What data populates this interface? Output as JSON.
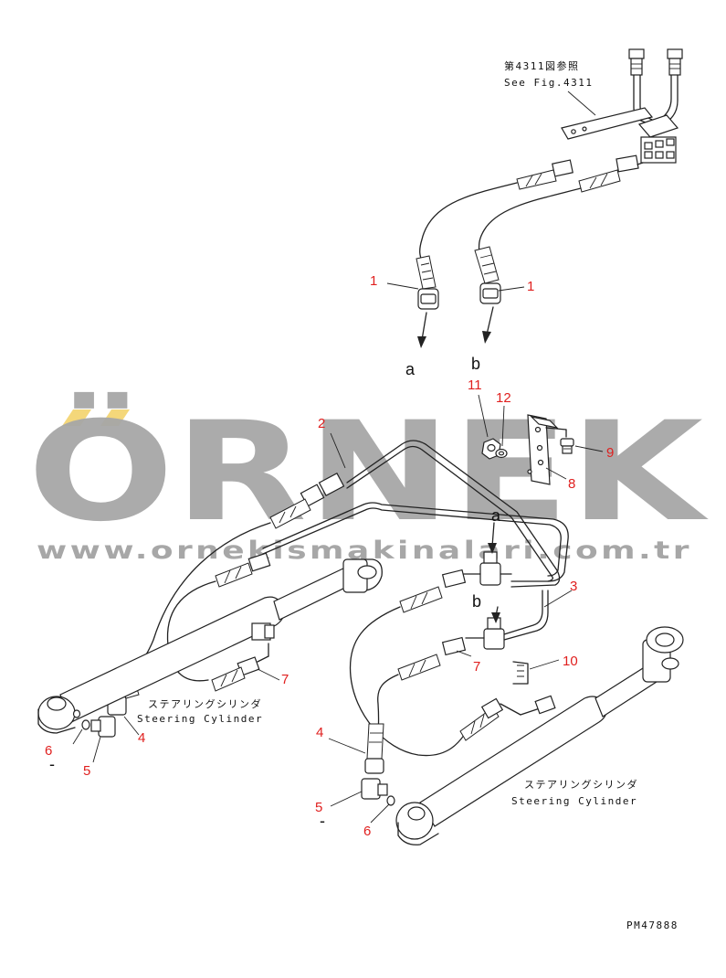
{
  "reference": {
    "jp": "第4311図参照",
    "en": "See Fig.4311"
  },
  "callouts": {
    "hose_1_left": "1",
    "hose_1_right": "1",
    "tube_2": "2",
    "tube_3": "3",
    "hose_4_left": "4",
    "hose_4_right": "4",
    "elbow_5_left": "5",
    "elbow_5_right": "5",
    "oring_6_left": "6",
    "oring_6_right": "6",
    "hose_7_left": "7",
    "hose_7_right": "7",
    "bracket_8": "8",
    "bolt_9": "9",
    "clip_10": "10",
    "nut_11": "11",
    "washer_12": "12"
  },
  "dashes": {
    "left": "-",
    "right": "-"
  },
  "connection_letters": {
    "a_top": "a",
    "b_top": "b",
    "a_mid": "a",
    "b_mid": "b"
  },
  "cylinder_labels": {
    "left_jp": "ステアリングシリンダ",
    "left_en": "Steering Cylinder",
    "right_jp": "ステアリングシリンダ",
    "right_en": "Steering Cylinder"
  },
  "drawing_number": "PM47888",
  "watermark": {
    "brand": "ÖRNEK",
    "url": "www.ornekismakinalari.com.tr",
    "accent_color": "#f4d77a",
    "text_color": "#a7a7a7"
  }
}
